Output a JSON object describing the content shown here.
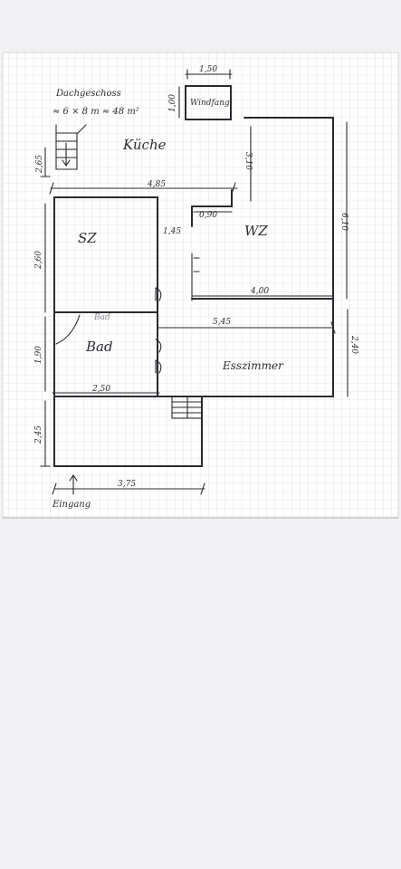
{
  "notes": {
    "title": "Dachgeschoss",
    "area": "≈ 6 × 8 m ≈ 48 m²"
  },
  "rooms": {
    "kueche": "Küche",
    "sz": "SZ",
    "wz": "WZ",
    "bad": "Bad",
    "bad_small": "Bad",
    "esszimmer": "Esszimmer",
    "windfang": "Windfang",
    "eingang": "Eingang"
  },
  "dimensions": {
    "windfang_width": "1,50",
    "windfang_depth": "1,00",
    "stair_height": "2,65",
    "kueche_depth": "3,10",
    "kueche_width": "4,85",
    "wz_height": "6,10",
    "sz_height": "2,60",
    "wz_step": "0,90",
    "sz_right": "1,45",
    "wz_width": "4,00",
    "ess_width": "5,45",
    "ess_height": "2,40",
    "bad_height": "1,90",
    "bad_width": "2,50",
    "entry_height": "2,45",
    "entry_width": "3,75"
  }
}
